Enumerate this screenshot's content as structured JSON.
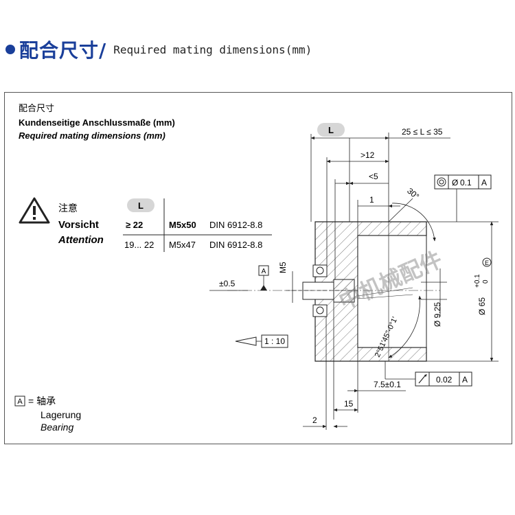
{
  "header": {
    "title_cn": "配合尺寸/",
    "title_en": "Required mating dimensions(mm)"
  },
  "drawing": {
    "label_cn": "配合尺寸",
    "label_de": "Kundenseitige Anschlussmaße (mm)",
    "label_en": "Required mating dimensions (mm)",
    "warning_cn": "注意",
    "warning_de": "Vorsicht",
    "warning_en": "Attention",
    "table": {
      "header": "L",
      "rows": [
        {
          "range": "≥ 22",
          "screw": "M5x50",
          "std": "DIN 6912-8.8"
        },
        {
          "range": "19... 22",
          "screw": "M5x47",
          "std": "DIN 6912-8.8"
        }
      ]
    },
    "bearing_ref": "A",
    "bearing_cn": "= 轴承",
    "bearing_de": "Lagerung",
    "bearing_en": "Bearing",
    "dims": {
      "L": "L",
      "L_range": "25 ≤ L ≤ 35",
      "gt12": ">12",
      "lt5": "<5",
      "one": "1",
      "angle30": "30°",
      "conc_tol": "0.1",
      "conc_ref": "A",
      "m5": "M5",
      "pm05": "±0.5",
      "ref_a": "A",
      "ratio": "1 : 10",
      "d925": "Ø 9.25",
      "d65": "Ø 65",
      "d65_tol_top": "+0.1",
      "d65_tol_bot": "0",
      "e_mark": "E",
      "angle_taper": "2°51'45\"-0°1'",
      "runout_tol": "0.02",
      "runout_ref": "A",
      "d75": "7.5±0.1",
      "d15": "15",
      "d2": "2"
    },
    "watermark": "中机械配件"
  }
}
